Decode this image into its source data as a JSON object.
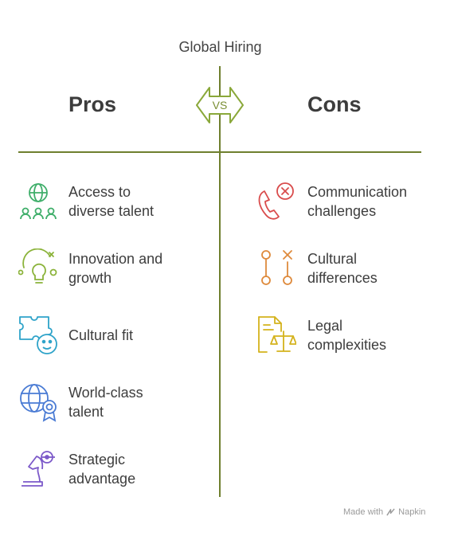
{
  "title": "Global Hiring",
  "vs_label": "VS",
  "pros": {
    "heading": "Pros",
    "items": [
      {
        "line1": "Access to",
        "line2": "diverse talent",
        "icon": "globe-people-icon",
        "color": "#3fae6a"
      },
      {
        "line1": "Innovation and",
        "line2": "growth",
        "icon": "lightbulb-icon",
        "color": "#8bb33a"
      },
      {
        "line1": "Cultural fit",
        "line2": "",
        "icon": "puzzle-face-icon",
        "color": "#2ea3c9"
      },
      {
        "line1": "World-class",
        "line2": "talent",
        "icon": "globe-badge-icon",
        "color": "#4a7bd4"
      },
      {
        "line1": "Strategic",
        "line2": "advantage",
        "icon": "chess-knight-icon",
        "color": "#7c59c9"
      }
    ]
  },
  "cons": {
    "heading": "Cons",
    "items": [
      {
        "line1": "Communication",
        "line2": "challenges",
        "icon": "phone-x-icon",
        "color": "#d94c4c"
      },
      {
        "line1": "Cultural",
        "line2": "differences",
        "icon": "diverging-paths-icon",
        "color": "#de8a3c"
      },
      {
        "line1": "Legal",
        "line2": "complexities",
        "icon": "document-scale-icon",
        "color": "#d4b21c"
      }
    ]
  },
  "footer": {
    "made_with": "Made with",
    "brand": "Napkin"
  },
  "colors": {
    "divider": "#6f7f2e",
    "vs": "#8aa83a"
  }
}
